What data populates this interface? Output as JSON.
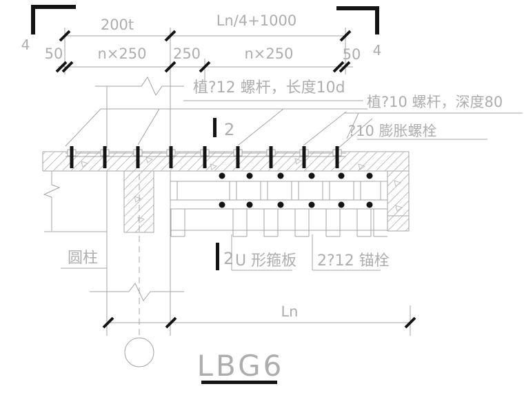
{
  "drawing": {
    "title": "LBG6",
    "colors": {
      "thin_line": "#a3a3a3",
      "ink": "#141414",
      "text": "#adadad",
      "hatch": "#bdbdbd",
      "background": "#ffffff"
    },
    "dims": {
      "corner_left": "4",
      "corner_right": "4",
      "span_top_left": "200t",
      "span_top_right": "Ln/4+1000",
      "left_50": "50",
      "n250_left": "n×250",
      "mid_250": "250",
      "n250_right": "n×250",
      "right_50": "50",
      "bottom_span": "Ln"
    },
    "annotations": {
      "rod12": "植?12 螺杆，长度10d",
      "rod10": "植?10 螺杆，深度80",
      "expansion_bolt": "?10 膨胀螺栓",
      "round_column": "圆柱",
      "u_plate": "U 形箍板",
      "anchor_bolt": "2?12 锚栓",
      "section_top": "2",
      "section_bottom": "2"
    }
  }
}
